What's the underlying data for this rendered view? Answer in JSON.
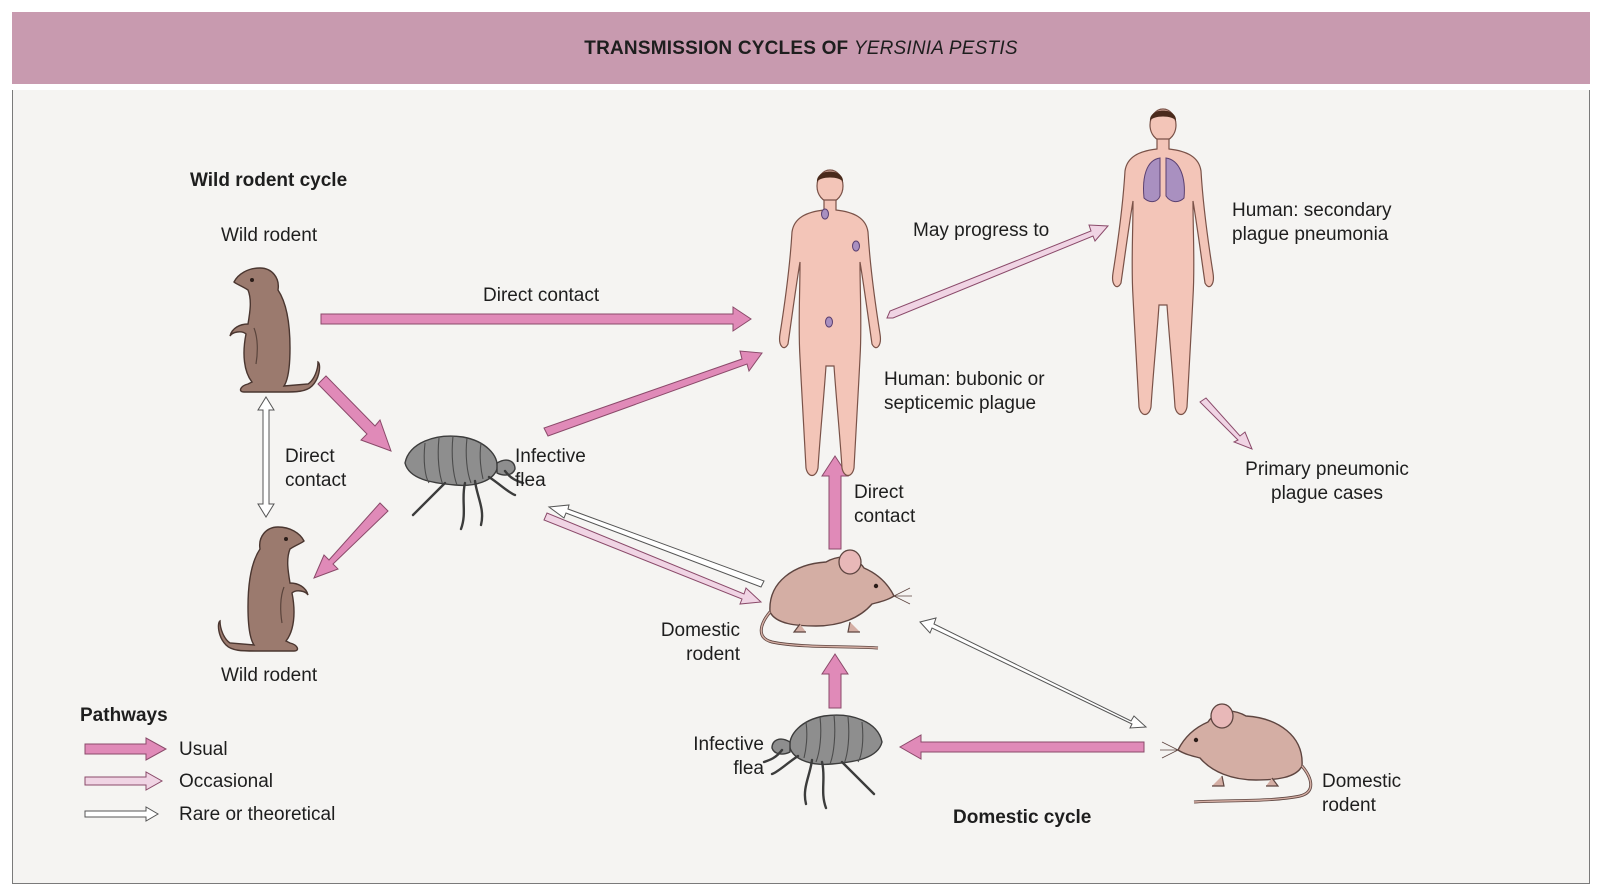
{
  "header": {
    "title_prefix": "TRANSMISSION CYCLES OF",
    "title_italic": "YERSINIA PESTIS"
  },
  "colors": {
    "header_bg": "#c89aaf",
    "usual": "#e08ab8",
    "occasional": "#f0d4e4",
    "rare": "#ffffff",
    "rodent": "#9b7a6e",
    "flea": "#8e8e8e",
    "mouse": "#d4aea4",
    "skin": "#f3c5b8"
  },
  "labels": {
    "wild_cycle": "Wild rodent cycle",
    "wild_rodent_top": "Wild rodent",
    "wild_rodent_bottom": "Wild rodent",
    "direct_contact_wild": [
      "Direct",
      "contact"
    ],
    "infective_flea_wild": [
      "Infective",
      "flea"
    ],
    "direct_contact_top": "Direct contact",
    "may_progress": "May progress to",
    "human_bubonic": [
      "Human: bubonic or",
      "septicemic plague"
    ],
    "human_secondary": [
      "Human: secondary",
      "plague pneumonia"
    ],
    "primary_pneumonic": [
      "Primary pneumonic",
      "plague cases"
    ],
    "direct_contact_domestic": [
      "Direct",
      "contact"
    ],
    "domestic_rodent_center": [
      "Domestic",
      "rodent"
    ],
    "infective_flea_domestic": [
      "Infective",
      "flea"
    ],
    "domestic_rodent_right": [
      "Domestic",
      "rodent"
    ],
    "domestic_cycle": "Domestic cycle"
  },
  "legend": {
    "title": "Pathways",
    "items": [
      {
        "label": "Usual",
        "style": "usual"
      },
      {
        "label": "Occasional",
        "style": "occasional"
      },
      {
        "label": "Rare or theoretical",
        "style": "rare"
      }
    ]
  },
  "icons": [
    "wild-rodent-icon",
    "flea-icon",
    "domestic-rodent-icon",
    "human-figure-icon"
  ]
}
